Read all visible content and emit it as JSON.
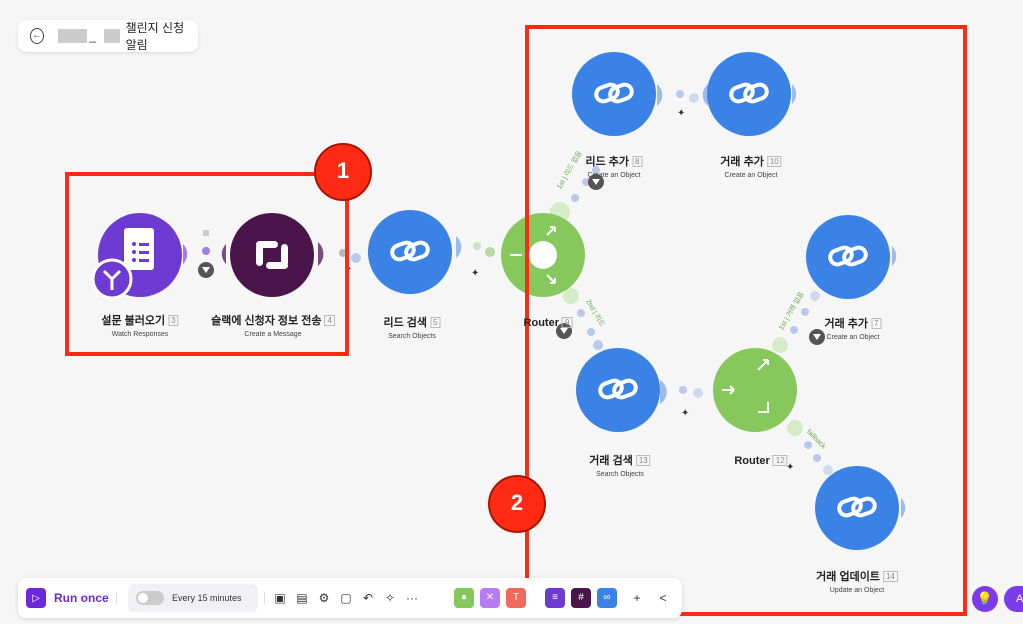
{
  "header": {
    "back_icon": "arrow-left-icon",
    "underscore": "_",
    "scenario_name": "챌린지 신청 알림"
  },
  "nodes": {
    "forms": {
      "title": "설문 불러오기",
      "num": "3",
      "sub": "Watch Responses",
      "color": "#6d3bd1",
      "icon": "document-list-icon"
    },
    "slack": {
      "title": "슬랙에 신청자 정보 전송",
      "num": "4",
      "sub": "Create a Message",
      "color": "#4a154b",
      "icon": "slack-icon"
    },
    "lead_search": {
      "title": "리드 검색",
      "num": "5",
      "sub": "Search Objects",
      "color": "#3b82e6"
    },
    "router1": {
      "title": "Router",
      "num": "9",
      "color": "#86c85b"
    },
    "lead_add": {
      "title": "리드 추가",
      "num": "8",
      "sub": "Create an Object"
    },
    "deal_add10": {
      "title": "거래 추가",
      "num": "10",
      "sub": "Create an Object"
    },
    "deal_add7": {
      "title": "거래 추가",
      "num": "7",
      "sub": "Create an Object"
    },
    "deal_search": {
      "title": "거래 검색",
      "num": "13",
      "sub": "Search Objects"
    },
    "router2": {
      "title": "Router",
      "num": "12"
    },
    "deal_update": {
      "title": "거래 업데이트",
      "num": "14",
      "sub": "Update an Object"
    }
  },
  "routes": {
    "r1_first": "1st",
    "r1_first_label": "리드 없음",
    "r1_second": "2nd",
    "r1_second_label": "리드",
    "r2_first": "1st",
    "r2_first_label": "거래 없음",
    "r2_fallback": "fallback"
  },
  "annotations": {
    "a1": "1",
    "a2": "2",
    "color": "#ff2a14"
  },
  "toolbar": {
    "run_label": "Run once",
    "schedule_label": "Every 15 minutes",
    "more": "···",
    "add": "+",
    "collapse": "<"
  },
  "side": {
    "assistant_label": "A"
  }
}
